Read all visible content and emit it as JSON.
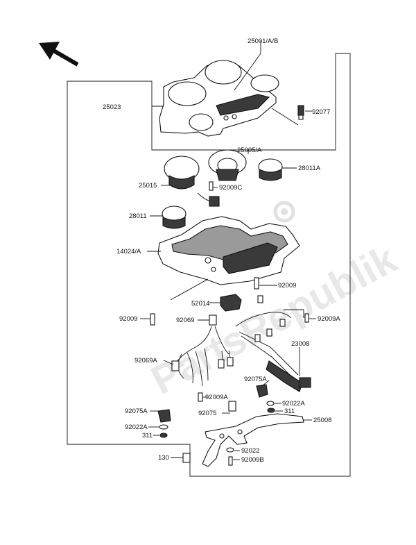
{
  "diagram": {
    "watermark": "PartsRepublik",
    "labels": {
      "p25001AB": "25001/A/B",
      "p25023": "25023",
      "p92077": "92077",
      "p25005A": "25005/A",
      "p25015": "25015",
      "p28011A": "28011A",
      "p92009C": "92009C",
      "p28011": "28011",
      "p14024A": "14024/A",
      "p92009_right": "92009",
      "p52014": "52014",
      "p92009_left": "92009",
      "p92069": "92069",
      "p92009A_right": "92009A",
      "p23008": "23008",
      "p92069A": "92069A",
      "p92075A_right": "92075A",
      "p92009A_mid": "92009A",
      "p92022A_right": "92022A",
      "p311_right": "311",
      "p92075A_left": "92075A",
      "p92075": "92075",
      "p25008": "25008",
      "p92022A_left": "92022A",
      "p311_left": "311",
      "p92022": "92022",
      "p130": "130",
      "p92009B": "92009B"
    }
  }
}
